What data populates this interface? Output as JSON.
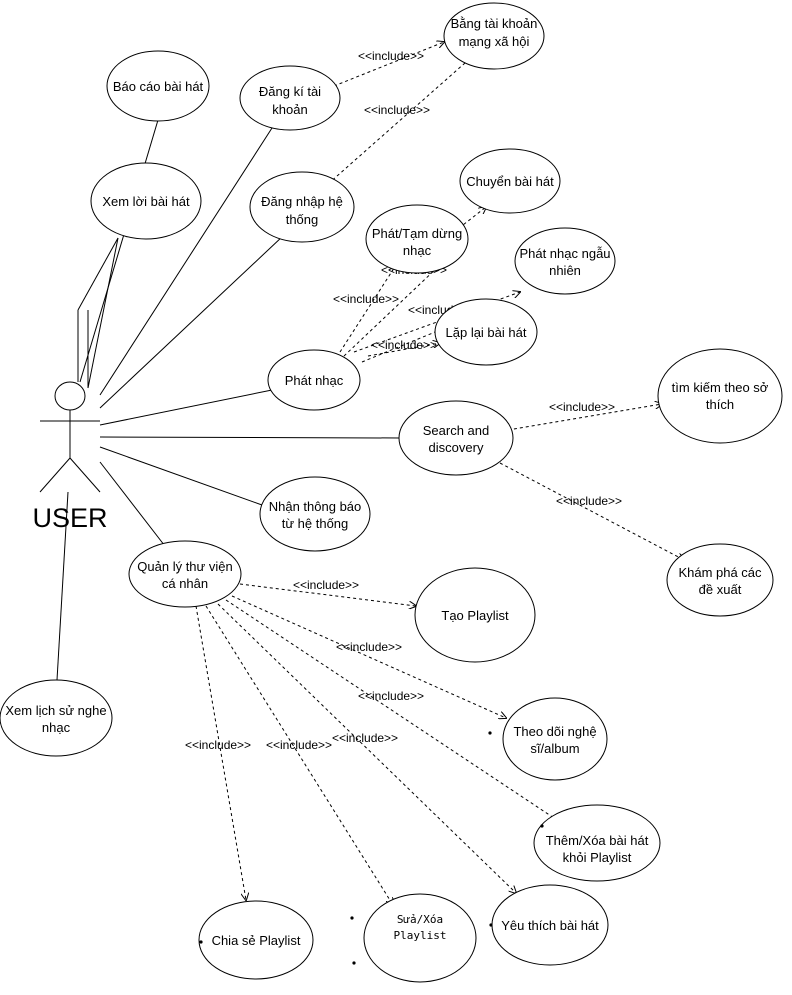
{
  "actor": {
    "label": "USER"
  },
  "include_label": "<<include>>",
  "use_cases": {
    "bao_cao": "Báo cáo bài hát",
    "xem_loi": "Xem lời bài hát",
    "dang_ki": [
      "Đăng kí tài",
      "khoản"
    ],
    "bang_tk": [
      "Bằng tài khoản",
      "mạng xã hội"
    ],
    "dang_nhap": [
      "Đăng nhập hệ",
      "thống"
    ],
    "chuyen": "Chuyển bài hát",
    "phat_tam": [
      "Phát/Tạm dừng",
      "nhạc"
    ],
    "ngau_nhien": [
      "Phát nhạc ngẫu",
      "nhiên"
    ],
    "lap_lai": "Lặp lại bài hát",
    "phat_nhac": "Phát nhạc",
    "tim_kiem": [
      "tìm kiếm theo sở",
      "thích"
    ],
    "search": [
      "Search and",
      "discovery"
    ],
    "kham_pha": [
      "Khám phá các",
      "đề xuất"
    ],
    "thong_bao": [
      "Nhận thông báo",
      "từ hệ thống"
    ],
    "quan_ly": [
      "Quản lý thư viện",
      "cá nhân"
    ],
    "tao_playlist": "Tạo Playlist",
    "theo_doi": [
      "Theo dõi nghệ",
      "sĩ/album"
    ],
    "them_xoa": [
      "Thêm/Xóa bài hát",
      "khỏi Playlist"
    ],
    "lich_su": [
      "Xem lịch sử nghe",
      "nhạc"
    ],
    "chia_se": "Chia sẻ Playlist",
    "sua_xoa": [
      "Sửa/Xóa",
      "Playlist"
    ],
    "yeu_thich": "Yêu thích bài hát"
  },
  "colors": {
    "stroke": "#000000",
    "fill": "#ffffff"
  }
}
